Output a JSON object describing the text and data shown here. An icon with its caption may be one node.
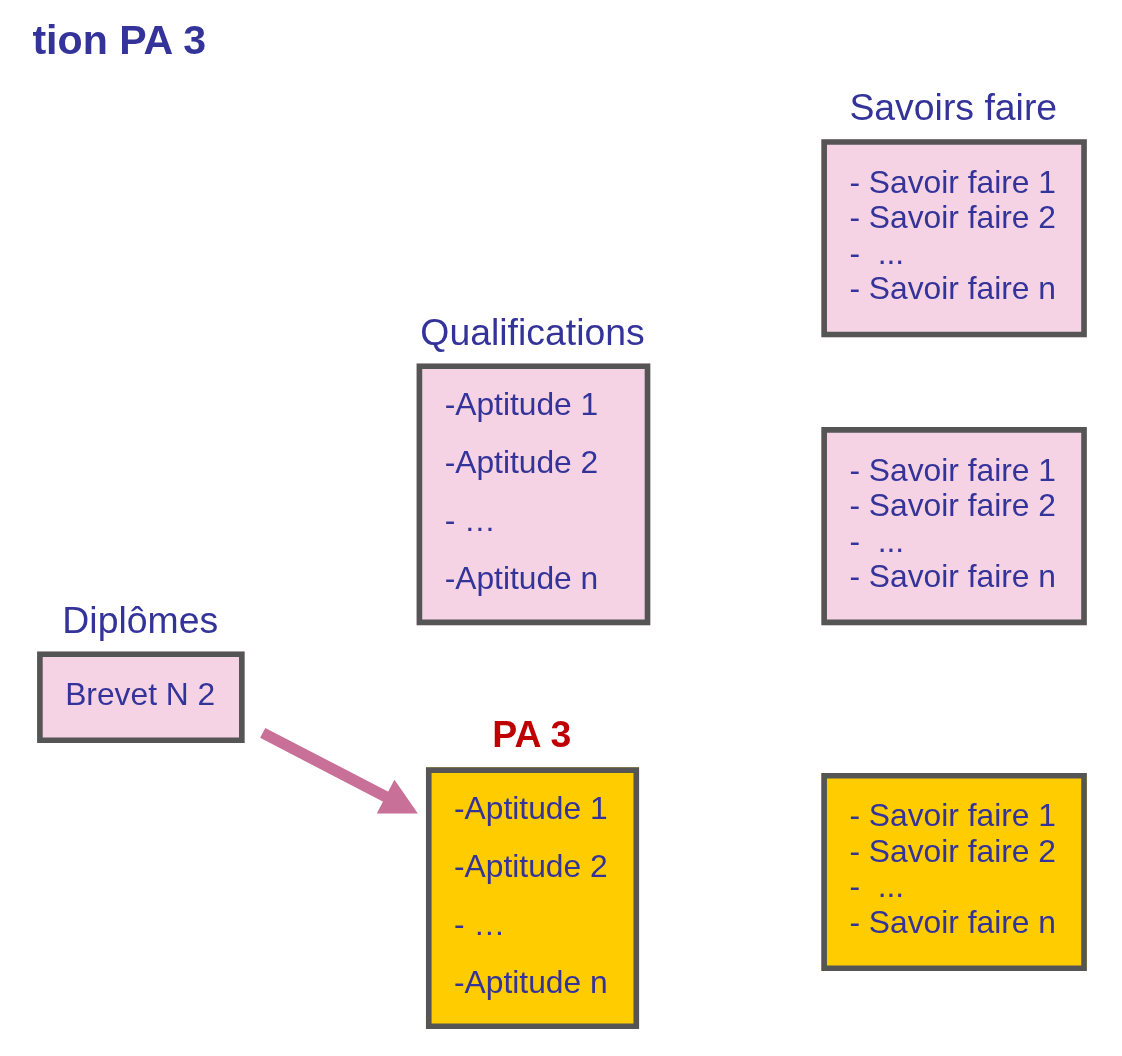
{
  "diagram": {
    "title": "tion PA 3",
    "nodes": [
      {
        "text": [
          "Diplômes",
          "Brevet N 2"
        ]
      },
      {
        "text": [
          "Qualifications",
          "-Aptitude 1",
          "-Aptitude 2",
          "- …",
          "-Aptitude n"
        ]
      },
      {
        "text": [
          "Savoirs faire",
          "- Savoir faire 1",
          "- Savoir faire 2",
          "-  ...",
          "- Savoir faire n"
        ]
      },
      {
        "text": [
          "- Savoir faire 1",
          "- Savoir faire 2",
          "-  ...",
          "- Savoir faire n"
        ]
      },
      {
        "text": [
          "PA 3",
          "-Aptitude 1",
          "-Aptitude 2",
          "- …",
          "-Aptitude n"
        ]
      },
      {
        "text": [
          "- Savoir faire 1",
          "- Savoir faire 2",
          "-  ...",
          "- Savoir faire n"
        ]
      }
    ],
    "edges": [
      {
        "from": 0,
        "to": 4,
        "arrow": "to",
        "color": "#c87098"
      }
    ]
  }
}
